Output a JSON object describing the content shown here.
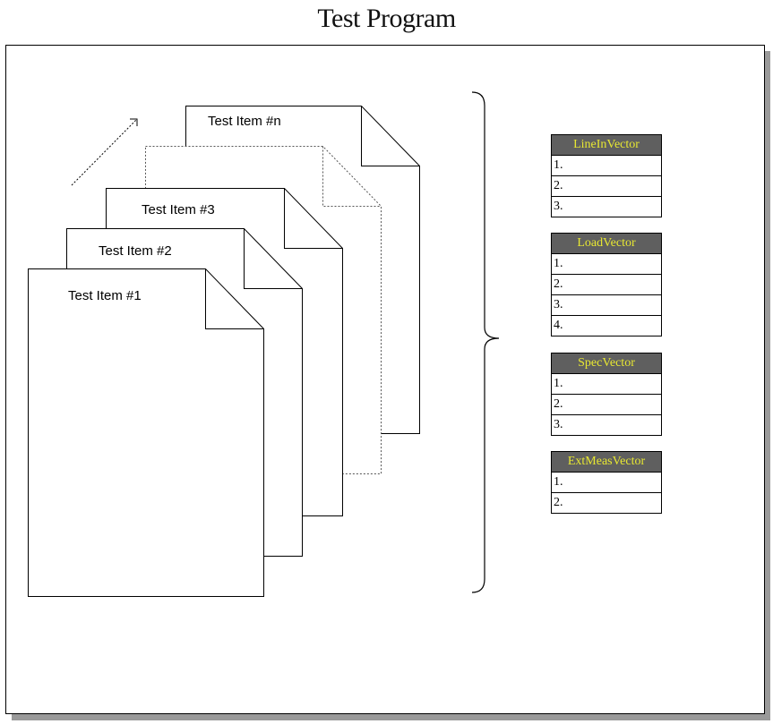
{
  "title": "Test Program",
  "documents": [
    {
      "label": "Test Item #n"
    },
    {
      "label": ""
    },
    {
      "label": "Test Item #3"
    },
    {
      "label": "Test Item #2"
    },
    {
      "label": "Test Item #1"
    }
  ],
  "vectors": [
    {
      "name": "LineInVector",
      "rows": [
        "1.",
        "2.",
        "3."
      ]
    },
    {
      "name": "LoadVector",
      "rows": [
        "1.",
        "2.",
        "3.",
        "4."
      ]
    },
    {
      "name": "SpecVector",
      "rows": [
        "1.",
        "2.",
        "3."
      ]
    },
    {
      "name": "ExtMeasVector",
      "rows": [
        "1.",
        "2."
      ]
    }
  ],
  "colors": {
    "vector_header_bg": "#5f5f5f",
    "vector_header_text": "#e8e832",
    "frame_shadow": "#9a9a9a"
  }
}
